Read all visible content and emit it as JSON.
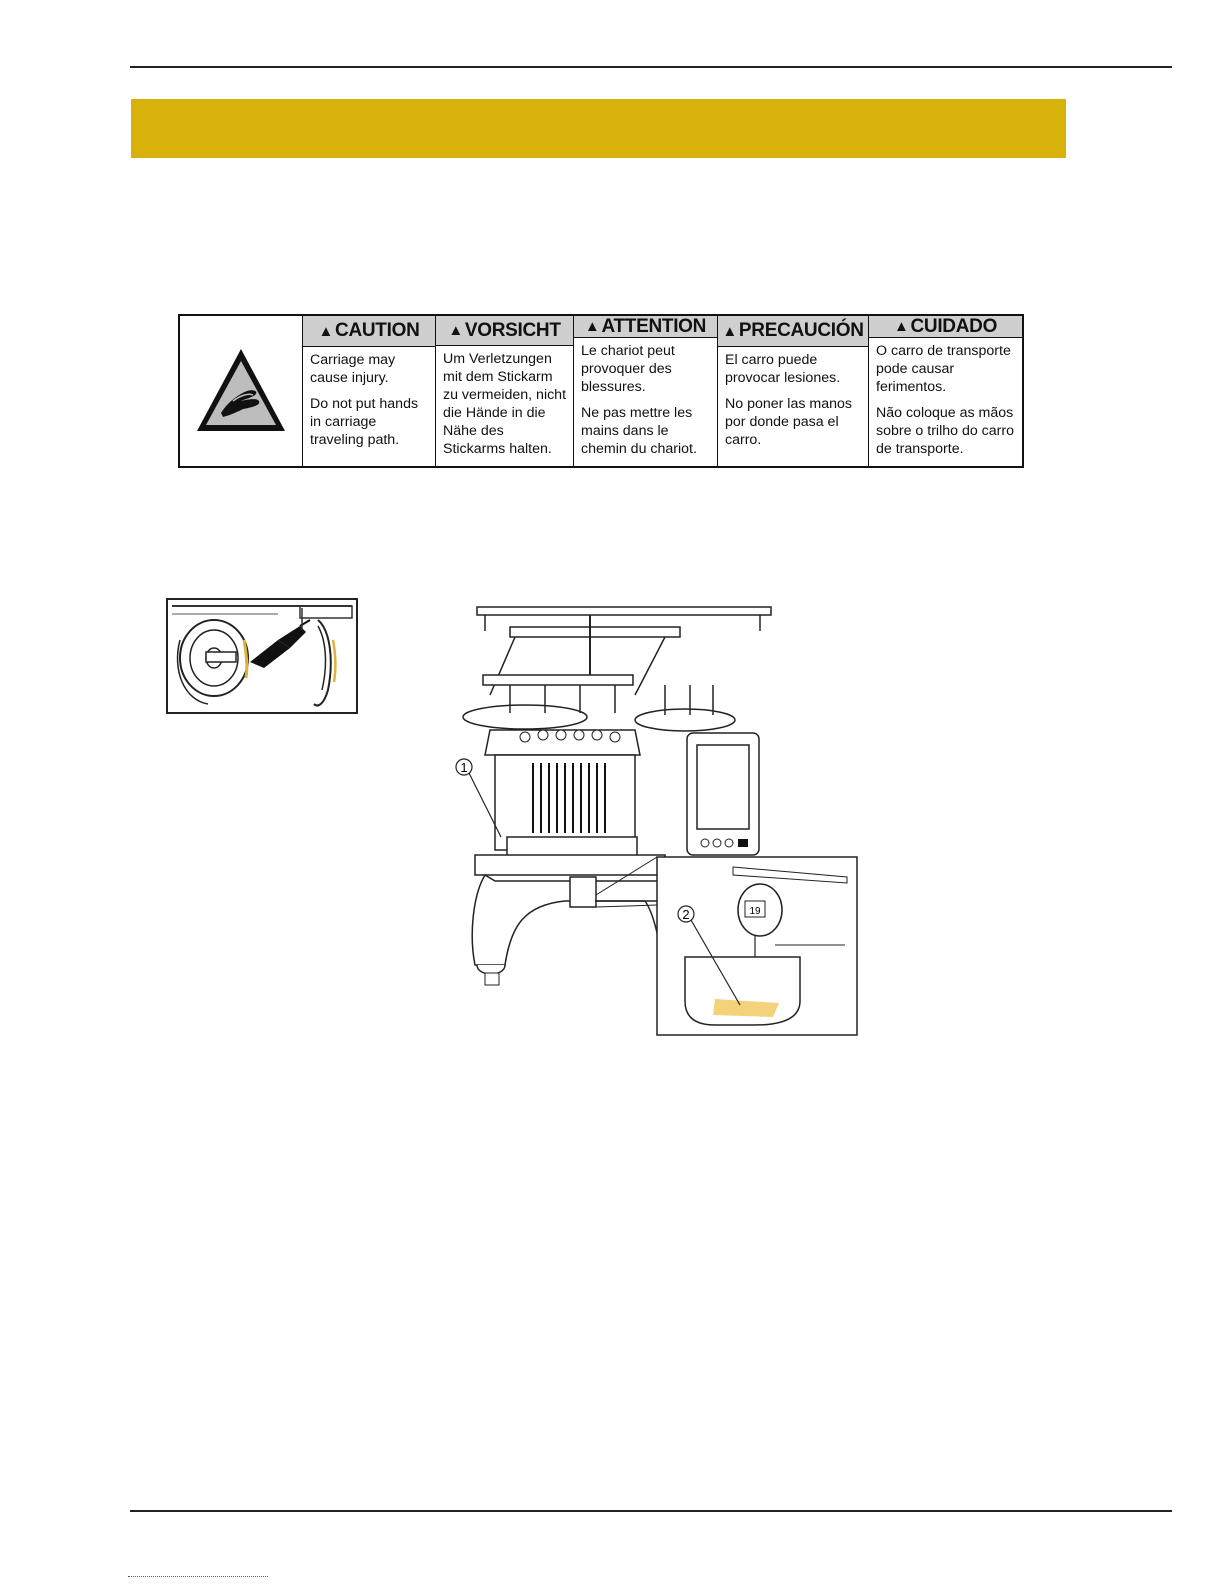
{
  "caution": {
    "columns": [
      {
        "heading": "CAUTION",
        "lines": [
          "Carriage may cause injury.",
          "Do not put hands in carriage traveling path."
        ]
      },
      {
        "heading": "VORSICHT",
        "lines": [
          "Um Verletzungen mit dem Stickarm zu vermeiden, nicht die Hände in die Nähe des Stickarms halten."
        ]
      },
      {
        "heading": "ATTENTION",
        "lines": [
          "Le chariot peut provoquer des blessures.",
          "Ne pas mettre les mains dans le chemin du chariot."
        ]
      },
      {
        "heading": "PRECAUCIÓN",
        "lines": [
          "El carro puede provocar lesiones.",
          "No poner las manos por donde pasa el carro."
        ]
      },
      {
        "heading": "CUIDADO",
        "lines": [
          "O carro de transporte pode causar ferimentos.",
          "Não coloque as mãos sobre o trilho do carro de transporte."
        ]
      }
    ],
    "warning_icon": "hand-pinch-warning-icon"
  },
  "illustration": {
    "callout_1": "1",
    "callout_2": "2",
    "needle_label": "19"
  },
  "colors": {
    "banner": "#d8b10a",
    "header_fill": "#cfcfcf",
    "oil_highlight": "#f3d27a"
  }
}
